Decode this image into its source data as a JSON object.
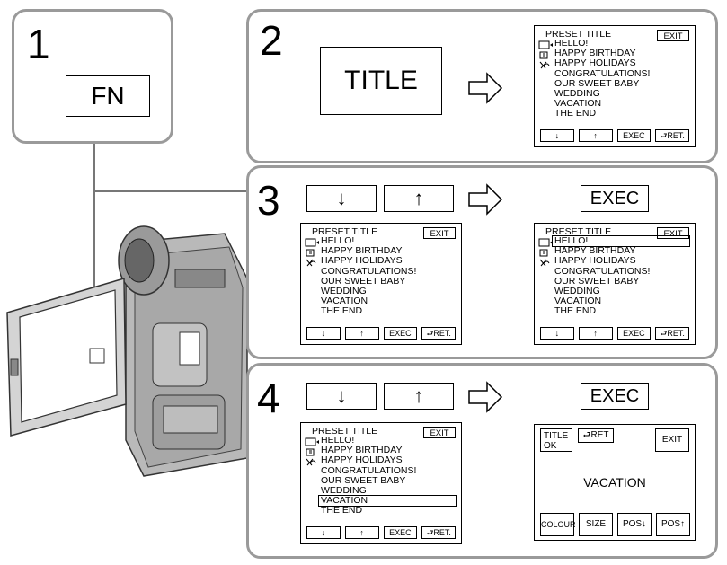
{
  "step1": {
    "number": "1",
    "fn_label": "FN"
  },
  "step2": {
    "number": "2",
    "title_button": "TITLE"
  },
  "step3": {
    "number": "3",
    "down_label": "↓",
    "up_label": "↑",
    "exec_label": "EXEC"
  },
  "step4": {
    "number": "4",
    "down_label": "↓",
    "up_label": "↑",
    "exec_label": "EXEC"
  },
  "lcd": {
    "header": "PRESET TITLE",
    "exit": "EXIT",
    "items": [
      "HELLO!",
      "HAPPY BIRTHDAY",
      "HAPPY HOLIDAYS",
      "CONGRATULATIONS!",
      "OUR SWEET BABY",
      "WEDDING",
      "VACATION",
      "THE END"
    ],
    "buttons": [
      "↓",
      "↑",
      "EXEC",
      "RET."
    ]
  },
  "final_screen": {
    "title_ok": "TITLE OK",
    "ret": "RET",
    "exit": "EXIT",
    "center_text": "VACATION",
    "buttons": [
      "COLOUR",
      "SIZE",
      "POS↓",
      "POS↑"
    ]
  }
}
